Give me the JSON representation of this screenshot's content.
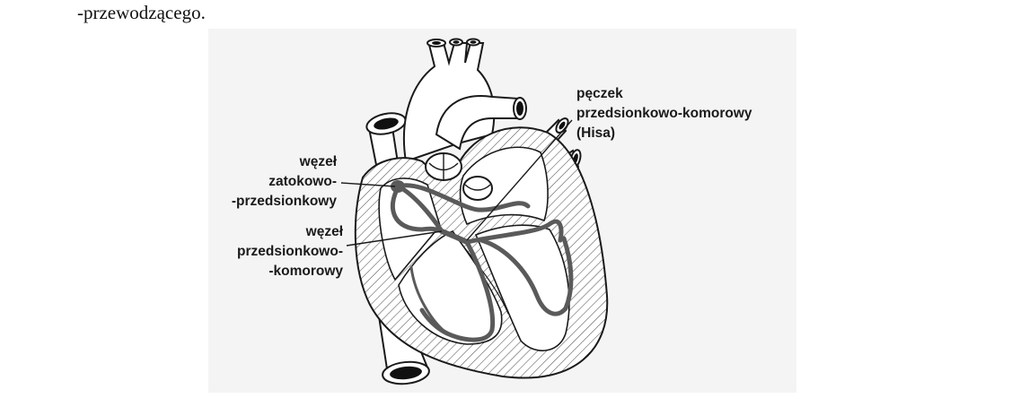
{
  "document": {
    "intro_fragment": "-przewodzącego."
  },
  "diagram": {
    "colors": {
      "outline": "#1a1a1a",
      "conduction_path": "#5a5a5a",
      "node": "#5a5a5a",
      "hatching": "#555555",
      "background": "#f4f4f4"
    },
    "labels": {
      "sa_node": [
        "węzeł",
        "zatokowo-",
        "-przedsionkowy"
      ],
      "av_node": [
        "węzeł",
        "przedsionkowo-",
        "-komorowy"
      ],
      "his_bundle": [
        "pęczek",
        "przedsionkowo-komorowy",
        "(Hisa)"
      ]
    }
  }
}
